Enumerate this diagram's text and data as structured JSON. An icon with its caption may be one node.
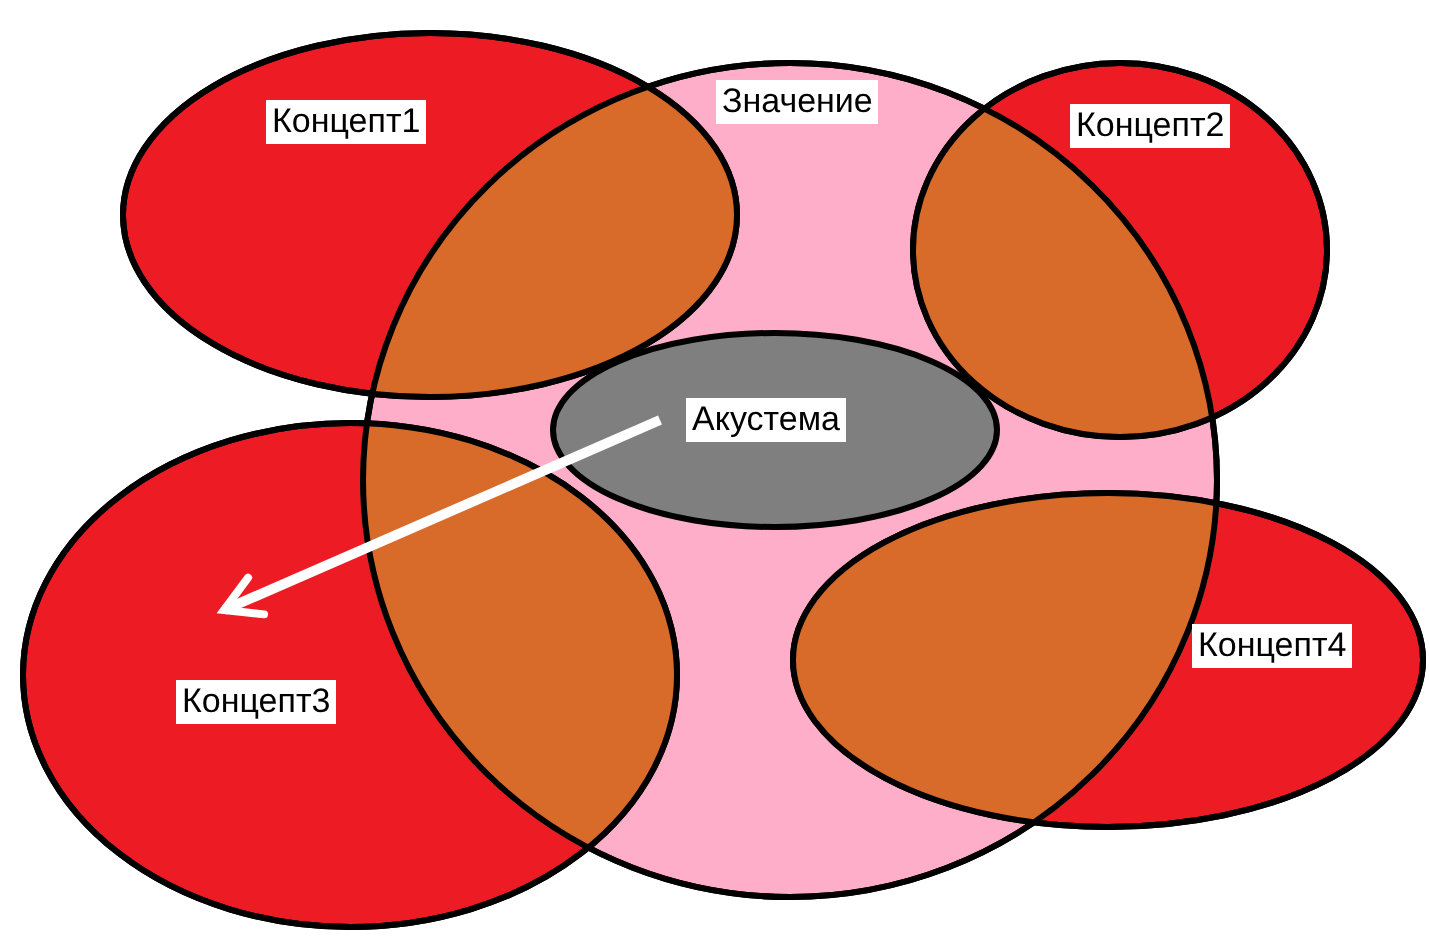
{
  "diagram": {
    "nodes": [
      {
        "text": [
          "Концепт1"
        ]
      },
      {
        "text": [
          "Значение"
        ]
      },
      {
        "text": [
          "Концепт2"
        ]
      },
      {
        "text": [
          "Акустема"
        ],
        "in": 1
      },
      {
        "text": [
          "Концепт3"
        ]
      },
      {
        "text": [
          "Концепт4"
        ]
      }
    ],
    "edges": [
      {
        "from": 3,
        "to": 4,
        "arrow": "to"
      }
    ]
  }
}
